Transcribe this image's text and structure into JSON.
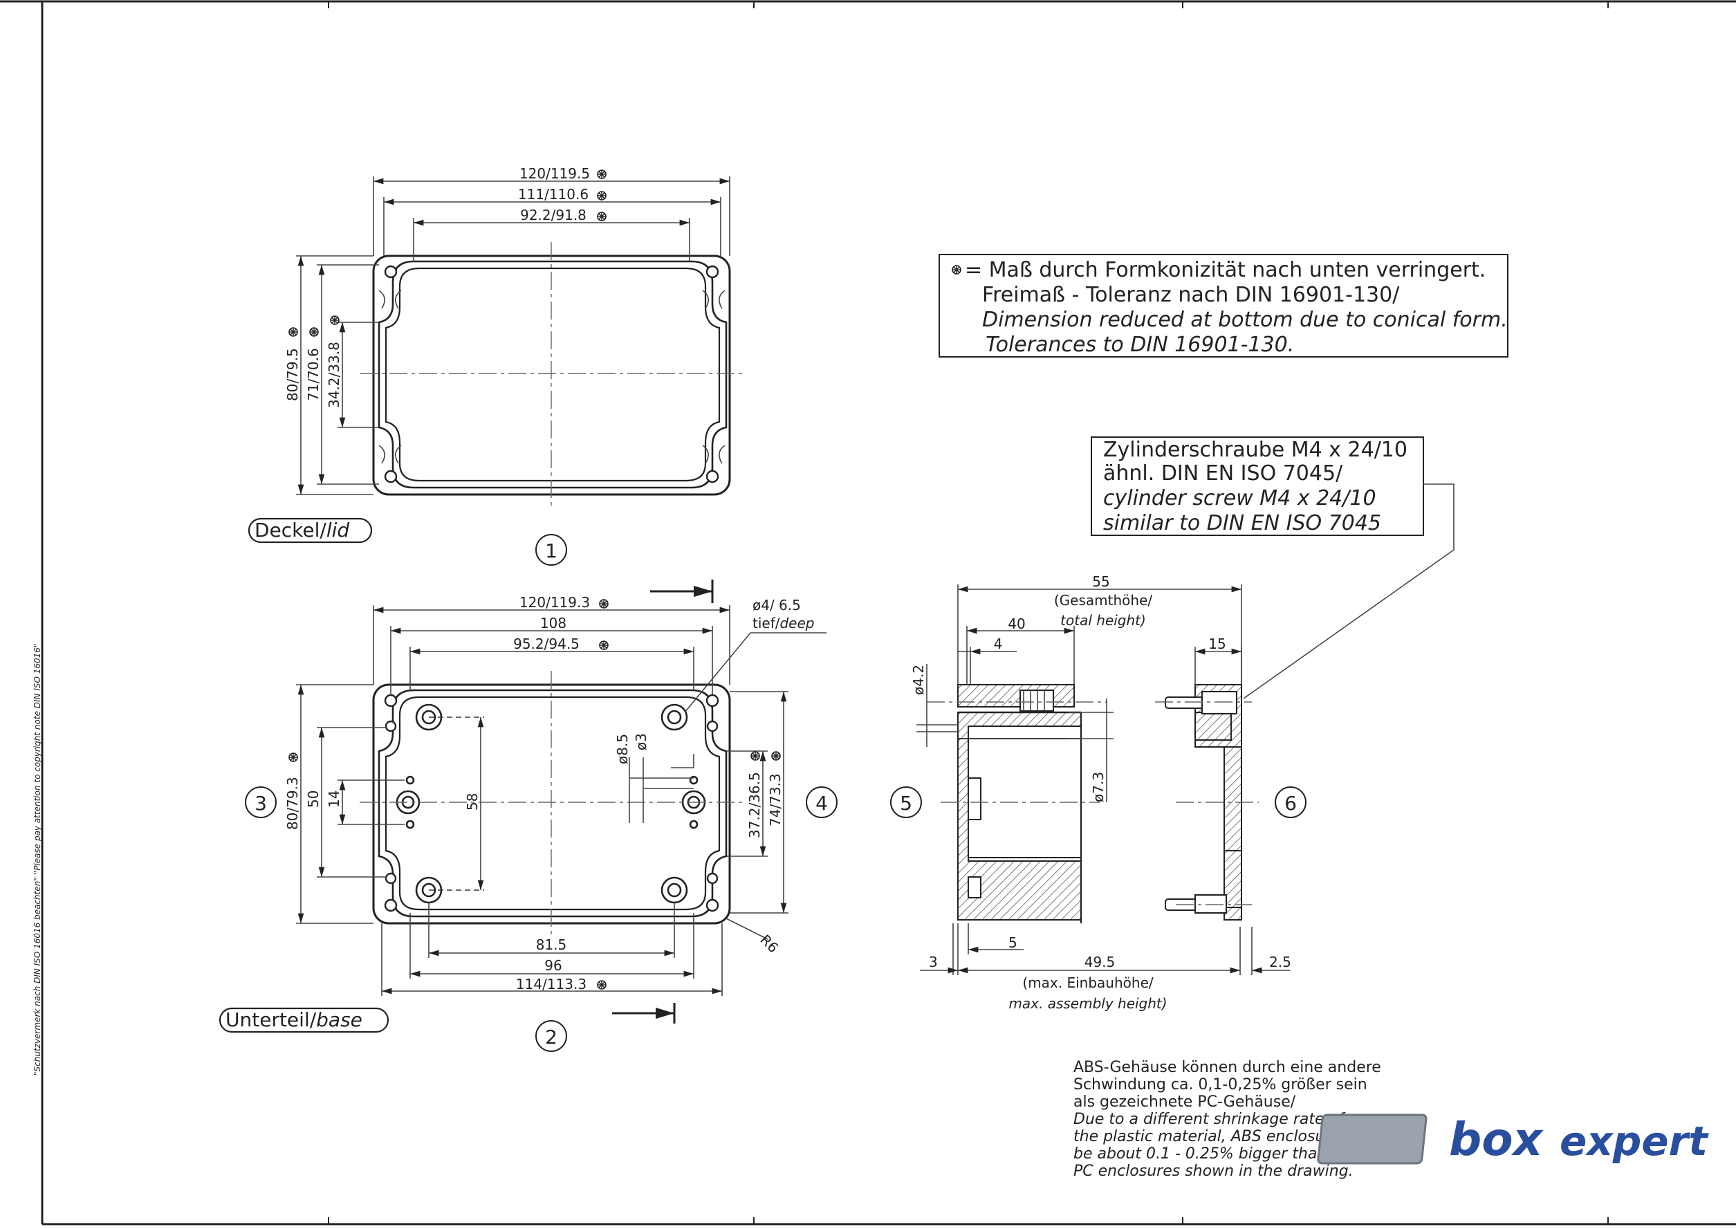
{
  "lid": {
    "label_de": "Deckel/",
    "label_en": "lid",
    "view_number": "1",
    "dim_width_outer": "120/119.5",
    "dim_width_mid": "111/110.6",
    "dim_width_inner": "92.2/91.8",
    "dim_height_outer": "80/79.5",
    "dim_height_mid": "71/70.6",
    "dim_height_inner": "34.2/33.8"
  },
  "base": {
    "label_de": "Unterteil/",
    "label_en": "base",
    "view_number": "2",
    "side_left_number": "3",
    "side_right_number": "4",
    "dim_width_outer": "120/119.3",
    "dim_width_108": "108",
    "dim_width_inner": "95.2/94.5",
    "dim_81": "81.5",
    "dim_96": "96",
    "dim_bottom_outer": "114/113.3",
    "dim_height_outer": "80/79.3",
    "dim_50": "50",
    "dim_14": "14",
    "dim_58": "58",
    "dim_d85": "ø8.5",
    "dim_d3": "ø3",
    "dim_right_1": "37.2/36.5",
    "dim_right_2": "74/73.3",
    "hole_note_1": "ø4/ 6.5",
    "hole_note_2a": "tief/",
    "hole_note_2b": "deep",
    "radius": "R6"
  },
  "section": {
    "view_5": "5",
    "view_6": "6",
    "dim_55": "55",
    "total_height_de": "(Gesamthöhe/",
    "total_height_en": "total height)",
    "dim_40": "40",
    "dim_4": "4",
    "dim_d42": "ø4.2",
    "dim_d73": "ø7.3",
    "dim_15": "15",
    "dim_3": "3",
    "dim_5": "5",
    "dim_495": "49.5",
    "dim_25": "2.5",
    "assembly_de": "(max. Einbauhöhe/",
    "assembly_en": "max. assembly height)"
  },
  "tolerance_note": {
    "line1": "= Maß durch Formkonizität nach unten verringert.",
    "line2": "Freimaß - Toleranz nach  DIN 16901-130/",
    "line3": "Dimension reduced at bottom due to conical form.",
    "line4": "Tolerances to DIN 16901-130."
  },
  "screw_note": {
    "line1": "Zylinderschraube M4 x 24/10",
    "line2": "ähnl. DIN EN ISO 7045/",
    "line3": "cylinder screw M4 x 24/10",
    "line4": "similar to DIN EN ISO 7045"
  },
  "abs_note": {
    "line1": "ABS-Gehäuse können durch eine andere",
    "line2": "Schwindung ca. 0,1-0,25% größer sein",
    "line3": "als gezeichnete PC-Gehäuse/",
    "line4": "Due to a different shrinkage rate of",
    "line5": "the plastic material, ABS enclosures can",
    "line6": "be about 0.1 - 0.25% bigger than the",
    "line7": "PC enclosures shown in the drawing."
  },
  "copyright_note": "\"Schutzvermerk nach DIN ISO 16016 beachten\" \"Please pay attention to copyright note DIN ISO 16016\"",
  "logo": {
    "box": "box",
    "expert": "expert"
  },
  "colors": {
    "line": "#222222",
    "logo_blue": "#2a4e9e",
    "logo_gray": "#9aa3ad"
  }
}
